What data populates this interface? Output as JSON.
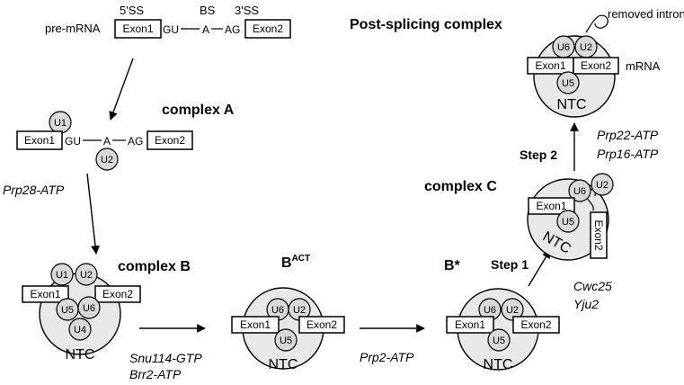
{
  "pre_mrna": {
    "label": "pre-mRNA",
    "ss5": "5'SS",
    "bs": "BS",
    "ss3": "3'SS",
    "exon1": "Exon1",
    "gu": "GU",
    "a": "A",
    "ag": "AG",
    "exon2": "Exon2"
  },
  "complex_a": {
    "title": "complex A",
    "u1": "U1",
    "u2": "U2",
    "exon1": "Exon1",
    "gu": "GU",
    "a": "A",
    "ag": "AG",
    "exon2": "Exon2"
  },
  "factor_prp28": "Prp28-ATP",
  "complex_b": {
    "title": "complex B",
    "u1": "U1",
    "u2": "U2",
    "u5": "U5",
    "u6": "U6",
    "u4": "U4",
    "exon1": "Exon1",
    "exon2": "Exon2",
    "ntc": "NTC"
  },
  "factors_b_to_bact": [
    "Snu114-GTP",
    "Brr2-ATP"
  ],
  "complex_bact": {
    "title_main": "B",
    "title_sup": "ACT",
    "u6": "U6",
    "u2": "U2",
    "u5": "U5",
    "exon1": "Exon1",
    "exon2": "Exon2",
    "ntc": "NTC"
  },
  "factor_prp2": "Prp2-ATP",
  "complex_bstar": {
    "title": "B*",
    "u6": "U6",
    "u2": "U2",
    "u5": "U5",
    "exon1": "Exon1",
    "exon2": "Exon2",
    "ntc": "NTC"
  },
  "step1": {
    "label": "Step 1",
    "factors": [
      "Cwc25",
      "Yju2"
    ]
  },
  "complex_c": {
    "title": "complex C",
    "u6": "U6",
    "u2": "U2",
    "u5": "U5",
    "exon1": "Exon1",
    "exon2": "Exon2",
    "ntc": "NTC"
  },
  "step2": {
    "label": "Step 2",
    "factors": [
      "Prp22-ATP",
      "Prp16-ATP"
    ]
  },
  "post_splicing": {
    "title": "Post-splicing complex",
    "u6": "U6",
    "u2": "U2",
    "u5": "U5",
    "exon1": "Exon1",
    "exon2": "Exon2",
    "ntc": "NTC",
    "mrna": "mRNA",
    "intron": "removed intron"
  }
}
